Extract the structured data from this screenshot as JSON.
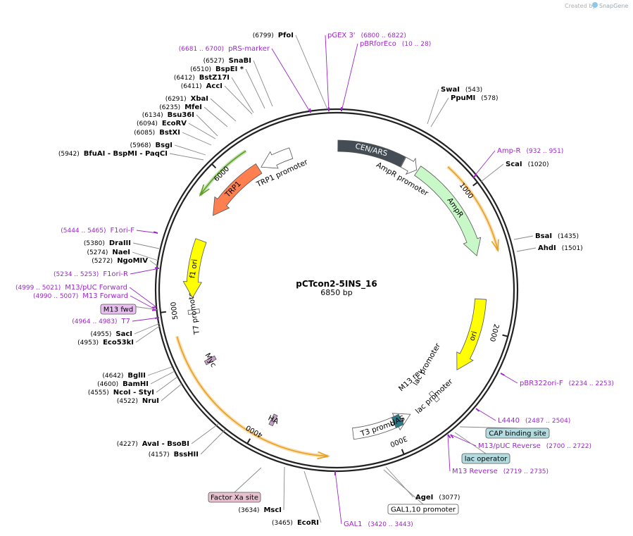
{
  "brand": {
    "text": "Created by",
    "logo": "SnapGene"
  },
  "plasmid": {
    "name": "pCTcon2-5INS_16",
    "size": "6850 bp",
    "length": 6850
  },
  "colors": {
    "enzyme": "#000000",
    "primer": "#9b27c9",
    "line": "#888888"
  },
  "ticks": [
    {
      "pos": 1000,
      "label": "1000"
    },
    {
      "pos": 2000,
      "label": "2000"
    },
    {
      "pos": 3000,
      "label": "3000"
    },
    {
      "pos": 4000,
      "label": "4000"
    },
    {
      "pos": 5000,
      "label": "5000"
    },
    {
      "pos": 6000,
      "label": "6000"
    }
  ],
  "features": [
    {
      "name": "CEN/ARS",
      "start": 10,
      "end": 520,
      "color": "#444d55",
      "text_color": "#ffffff",
      "shape": "box"
    },
    {
      "name": "AmpR promoter",
      "start": 525,
      "end": 640,
      "color": "#ffffff",
      "text_color": "#000000",
      "shape": "arrow_cw",
      "label_outside": true
    },
    {
      "name": "AmpR",
      "start": 650,
      "end": 1450,
      "color": "#c8f7c8",
      "text_color": "#000000",
      "shape": "arrow_cw"
    },
    {
      "name": "ori",
      "start": 1780,
      "end": 2350,
      "color": "#ffff00",
      "text_color": "#000000",
      "shape": "arrow_cw"
    },
    {
      "name": "lac promoter",
      "start": 2600,
      "end": 2630,
      "color": "#ffffff",
      "text_color": "#000000",
      "shape": "box"
    },
    {
      "name": "T3 promoter",
      "start": 2840,
      "end": 3300,
      "color": "#ffffff",
      "text_color": "#000000",
      "shape": "arrow_ccw"
    },
    {
      "name": "HA",
      "start": 3905,
      "end": 3935,
      "color": "#c8a0c8",
      "text_color": "#000000",
      "shape": "box"
    },
    {
      "name": "Myc",
      "start": 4570,
      "end": 4600,
      "color": "#c8a0c8",
      "text_color": "#000000",
      "shape": "box"
    },
    {
      "name": "T7 promoter",
      "start": 4960,
      "end": 4990,
      "color": "#ffffff",
      "text_color": "#000000",
      "shape": "box"
    },
    {
      "name": "f1 ori",
      "start": 5080,
      "end": 5520,
      "color": "#ffff00",
      "text_color": "#000000",
      "shape": "arrow_ccw"
    },
    {
      "name": "TRP1",
      "start": 5730,
      "end": 6230,
      "color": "#ff7f50",
      "text_color": "#000000",
      "shape": "arrow_ccw"
    },
    {
      "name": "TRP1 promoter",
      "start": 6250,
      "end": 6500,
      "color": "#ffffff",
      "text_color": "#000000",
      "shape": "arrow_ccw",
      "label_outside": true
    },
    {
      "name": "UAS",
      "start": 2920,
      "end": 2980,
      "color": "#2b7b8a",
      "text_color": "#000000",
      "shape": "box"
    }
  ],
  "lac_labels": {
    "m13rev": "M13 rev",
    "lacpro": "lac promoter"
  },
  "outer_arcs": [
    {
      "start": 800,
      "end": 1450,
      "color": "#e8a020",
      "arrow": "cw"
    },
    {
      "start": 3480,
      "end": 4830,
      "color": "#e8a020",
      "arrow": "ccw"
    },
    {
      "start": 5800,
      "end": 6220,
      "color": "#5aa020",
      "arrow": "ccw"
    }
  ],
  "enzyme_labels": [
    {
      "pos": "(543)",
      "name": "SwaI"
    },
    {
      "pos": "(578)",
      "name": "PpuMI"
    },
    {
      "pos": "(1020)",
      "name": "ScaI"
    },
    {
      "pos": "(1435)",
      "name": "BsaI"
    },
    {
      "pos": "(1501)",
      "name": "AhdI"
    },
    {
      "pos": "(3077)",
      "name": "AgeI"
    },
    {
      "pos": "(3465)",
      "name": "EcoRI"
    },
    {
      "pos": "(3634)",
      "name": "MscI"
    },
    {
      "pos": "(4157)",
      "name": "BssHII"
    },
    {
      "pos": "(4227)",
      "name": "AvaI - BsoBI"
    },
    {
      "pos": "(4522)",
      "name": "NruI"
    },
    {
      "pos": "(4555)",
      "name": "NcoI - StyI"
    },
    {
      "pos": "(4600)",
      "name": "BamHI"
    },
    {
      "pos": "(4642)",
      "name": "BglII"
    },
    {
      "pos": "(4953)",
      "name": "Eco53kI"
    },
    {
      "pos": "(4955)",
      "name": "SacI"
    },
    {
      "pos": "(5272)",
      "name": "NgoMIV"
    },
    {
      "pos": "(5274)",
      "name": "NaeI"
    },
    {
      "pos": "(5380)",
      "name": "DraIII"
    },
    {
      "pos": "(5942)",
      "name": "BfuAI - BspMI - PaqCI"
    },
    {
      "pos": "(5968)",
      "name": "BsgI"
    },
    {
      "pos": "(6085)",
      "name": "BstXI"
    },
    {
      "pos": "(6094)",
      "name": "EcoRV"
    },
    {
      "pos": "(6134)",
      "name": "Bsu36I"
    },
    {
      "pos": "(6235)",
      "name": "MfeI"
    },
    {
      "pos": "(6291)",
      "name": "XbaI"
    },
    {
      "pos": "(6411)",
      "name": "AccI"
    },
    {
      "pos": "(6412)",
      "name": "BstZ17I"
    },
    {
      "pos": "(6510)",
      "name": "BspEI *"
    },
    {
      "pos": "(6527)",
      "name": "SnaBI"
    },
    {
      "pos": "(6799)",
      "name": "PfoI"
    }
  ],
  "primer_labels": [
    {
      "name": "pGEX 3'",
      "range": "(6800 .. 6822)"
    },
    {
      "name": "pBRforEco",
      "range": "(10 .. 28)"
    },
    {
      "name": "pRS-marker",
      "range": "(6681 .. 6700)"
    },
    {
      "name": "Amp-R",
      "range": "(932 .. 951)"
    },
    {
      "name": "pBR322ori-F",
      "range": "(2234 .. 2253)"
    },
    {
      "name": "L4440",
      "range": "(2487 .. 2504)"
    },
    {
      "name": "M13/pUC Reverse",
      "range": "(2700 .. 2722)"
    },
    {
      "name": "M13 Reverse",
      "range": "(2719 .. 2735)"
    },
    {
      "name": "GAL1",
      "range": "(3420 .. 3443)"
    },
    {
      "name": "T7",
      "range": "(4964 .. 4983)"
    },
    {
      "name": "M13 Forward",
      "range": "(4990 .. 5007)"
    },
    {
      "name": "M13/pUC Forward",
      "range": "(4999 .. 5021)"
    },
    {
      "name": "F1ori-R",
      "range": "(5234 .. 5253)"
    },
    {
      "name": "F1ori-F",
      "range": "(5444 .. 5465)"
    }
  ],
  "boxed_labels": [
    {
      "name": "CAP binding site",
      "fill": "#b4dce0"
    },
    {
      "name": "lac operator",
      "fill": "#b4dce0"
    },
    {
      "name": "GAL1,10 promoter",
      "fill": "#ffffff"
    },
    {
      "name": "Factor Xa site",
      "fill": "#e8c0d0"
    },
    {
      "name": "M13 fwd",
      "fill": "#e8c0f0"
    }
  ]
}
